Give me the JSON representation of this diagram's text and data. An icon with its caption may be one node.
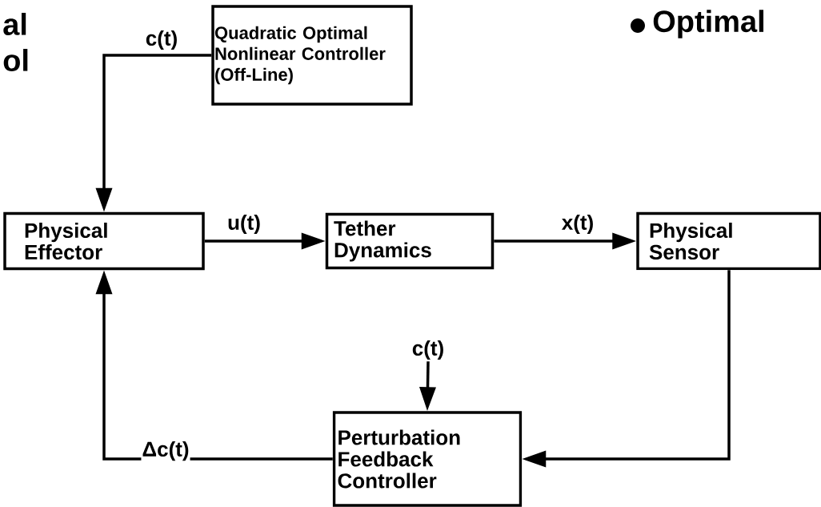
{
  "diagram": {
    "nodes": [
      {
        "text": [
          "Quadratic Optimal Nonlinear Controller (Off-Line)"
        ]
      },
      {
        "text": [
          "Physical Effector"
        ]
      },
      {
        "text": [
          "Tether Dynamics"
        ]
      },
      {
        "text": [
          "Physical Sensor"
        ]
      },
      {
        "text": [
          "Perturbation Feedback Controller"
        ]
      },
      {
        "text": [
          "c(t)"
        ]
      }
    ],
    "edges": [
      {
        "from": 0,
        "to": 1,
        "arrow": "to",
        "label": "c(t)"
      },
      {
        "from": 1,
        "to": 2,
        "arrow": "to",
        "label": "u(t)"
      },
      {
        "from": 2,
        "to": 3,
        "arrow": "to",
        "label": "x(t)"
      },
      {
        "from": 3,
        "to": 4,
        "arrow": "to"
      },
      {
        "from": 4,
        "to": 1,
        "arrow": "to",
        "label": "Δc(t)"
      },
      {
        "from": 5,
        "to": 4,
        "arrow": "to"
      }
    ],
    "labels": [
      "al",
      "ol",
      "Optimal"
    ]
  }
}
